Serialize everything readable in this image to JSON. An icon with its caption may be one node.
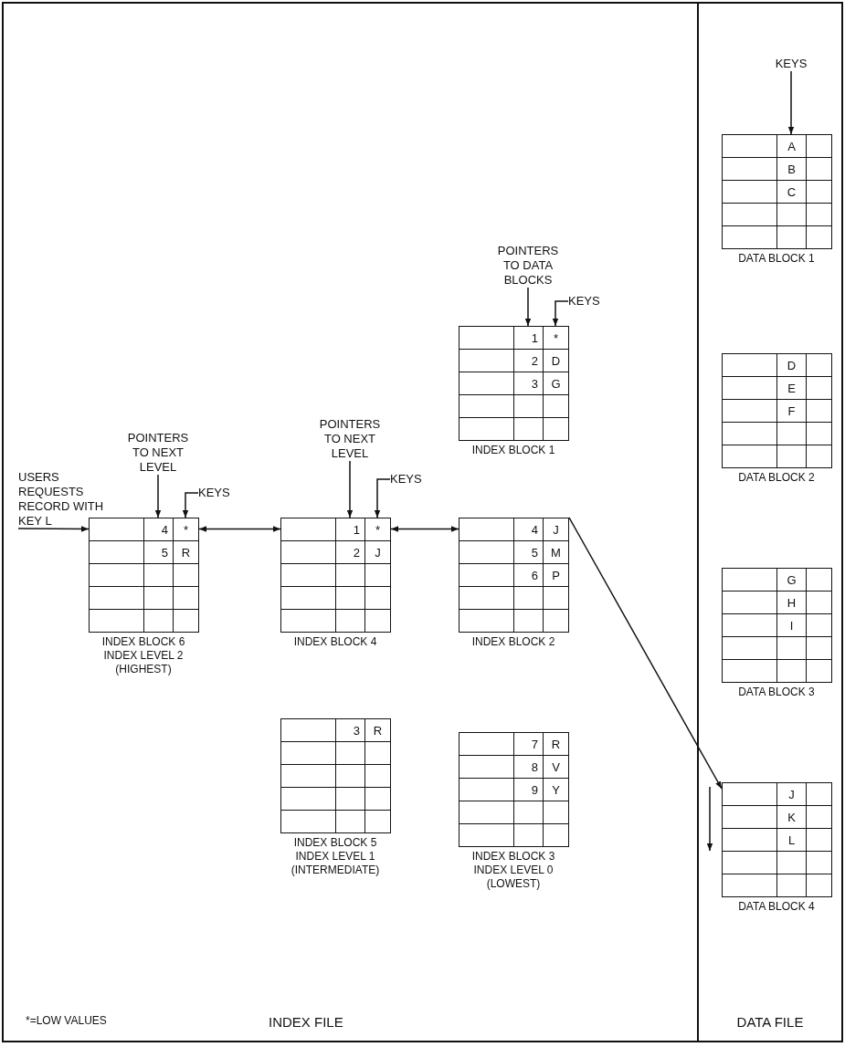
{
  "diagram": {
    "nodes": [
      {
        "text": [
          "INDEX FILE"
        ]
      },
      {
        "text": [
          "DATA FILE"
        ]
      },
      {
        "text": [
          "KEYS"
        ],
        "in": 1
      },
      {
        "text": [
          "A",
          "B",
          "C",
          "DATA BLOCK 1"
        ],
        "in": 1
      },
      {
        "text": [
          "POINTERS TO DATA BLOCKS"
        ],
        "in": 0
      },
      {
        "text": [
          "KEYS"
        ],
        "in": 0
      },
      {
        "text": [
          "1",
          "*",
          "2",
          "D",
          "3",
          "G",
          "INDEX BLOCK 1"
        ],
        "in": 0
      },
      {
        "text": [
          "D",
          "E",
          "F",
          "DATA BLOCK 2"
        ],
        "in": 1
      },
      {
        "text": [
          "POINTERS TO NEXT LEVEL"
        ],
        "in": 0
      },
      {
        "text": [
          "POINTERS TO NEXT LEVEL"
        ],
        "in": 0
      },
      {
        "text": [
          "KEYS"
        ],
        "in": 0
      },
      {
        "text": [
          "USERS REQUESTS RECORD WITH KEY L"
        ],
        "in": 0
      },
      {
        "text": [
          "KEYS"
        ],
        "in": 0
      },
      {
        "text": [
          "4",
          "*",
          "5",
          "R",
          "INDEX BLOCK 6 INDEX LEVEL 2 (HIGHEST)"
        ],
        "in": 0
      },
      {
        "text": [
          "1",
          "*",
          "2",
          "J",
          "INDEX BLOCK 4"
        ],
        "in": 0
      },
      {
        "text": [
          "4",
          "J",
          "5",
          "M",
          "6",
          "P",
          "INDEX BLOCK 2"
        ],
        "in": 0
      },
      {
        "text": [
          "G",
          "H",
          "I",
          "DATA BLOCK 3"
        ],
        "in": 1
      },
      {
        "text": [
          "3",
          "R",
          "INDEX BLOCK 5 INDEX LEVEL 1 (INTERMEDIATE)"
        ],
        "in": 0
      },
      {
        "text": [
          "7",
          "R",
          "8",
          "V",
          "9",
          "Y",
          "INDEX BLOCK 3 INDEX LEVEL 0 (LOWEST)"
        ],
        "in": 0
      },
      {
        "text": [
          "J",
          "K",
          "L",
          "DATA BLOCK 4"
        ],
        "in": 1
      }
    ],
    "edges": [
      {
        "from": 2,
        "to": 3,
        "arrow": "to"
      },
      {
        "from": 4,
        "to": 6,
        "arrow": "to"
      },
      {
        "from": 5,
        "to": 6,
        "arrow": "to"
      },
      {
        "from": 8,
        "to": 13,
        "arrow": "to"
      },
      {
        "from": 12,
        "to": 13,
        "arrow": "to"
      },
      {
        "from": 11,
        "to": 13,
        "arrow": "to"
      },
      {
        "from": 9,
        "to": 14,
        "arrow": "to"
      },
      {
        "from": 10,
        "to": 14,
        "arrow": "to"
      },
      {
        "from": 13,
        "to": 14,
        "arrow": "both"
      },
      {
        "from": 14,
        "to": 15,
        "arrow": "both"
      },
      {
        "from": 15,
        "to": 19,
        "arrow": "to"
      }
    ],
    "labels": [
      "*=LOW VALUES"
    ]
  }
}
